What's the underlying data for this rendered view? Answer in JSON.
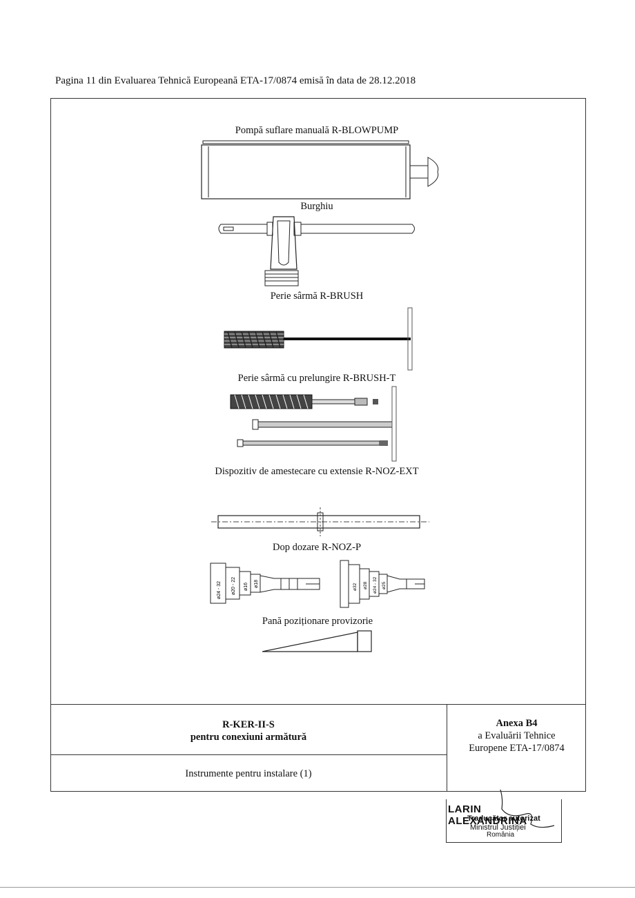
{
  "header": "Pagina 11 din Evaluarea Tehnică Europeană ETA-17/0874 emisă în data de 28.12.2018",
  "tools": {
    "blowpump": "Pompă suflare manuală R-BLOWPUMP",
    "drill": "Burghiu",
    "brush": "Perie sârmă R-BRUSH",
    "brush_t": "Perie sârmă cu prelungire R-BRUSH-T",
    "noz_ext": "Dispozitiv de amestecare cu extensie R-NOZ-EXT",
    "noz_p": "Dop dozare R-NOZ-P",
    "wedge": "Pană poziționare provizorie"
  },
  "noz_p_labels": {
    "left": [
      "ø24 - 32",
      "ø20 - 22",
      "ø16",
      "ø18"
    ],
    "right": [
      "ø32",
      "ø28",
      "ø24 - 32",
      "ø25"
    ]
  },
  "footer": {
    "product_line1": "R-KER-II-S",
    "product_line2": "pentru conexiuni armătură",
    "description": "Instrumente pentru instalare (1)",
    "annex_title": "Anexa B4",
    "annex_line2": "a Evaluării Tehnice",
    "annex_line3": "Europene ETA-17/0874"
  },
  "stamp": {
    "name": "LARIN ALEXANDRINA",
    "line2": "Traducător autorizat",
    "line3": "Ministrul Justiției",
    "line4": "România"
  }
}
